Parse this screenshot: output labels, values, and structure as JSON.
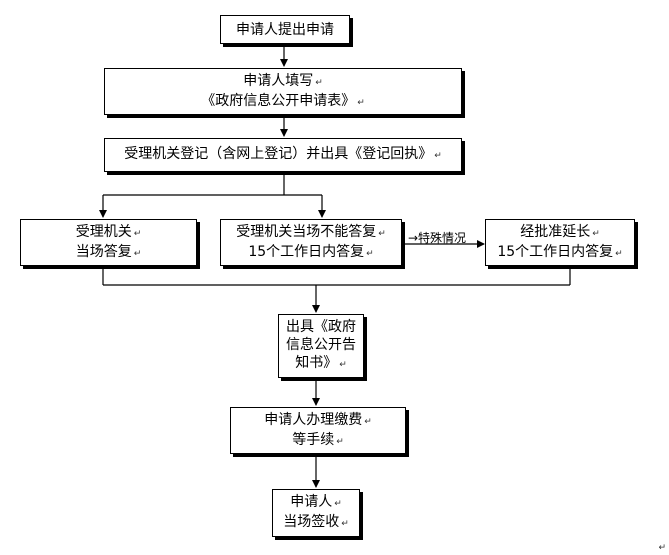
{
  "nodes": {
    "apply": {
      "lines": [
        "申请人提出申请"
      ]
    },
    "fill_form": {
      "lines": [
        "申请人填写",
        "《政府信息公开申请表》"
      ]
    },
    "register": {
      "lines": [
        "受理机关登记（含网上登记）并出具《登记回执》"
      ]
    },
    "answer_now": {
      "lines": [
        "受理机关",
        "当场答复"
      ]
    },
    "answer_15": {
      "lines": [
        "受理机关当场不能答复",
        "15个工作日内答复"
      ]
    },
    "extension": {
      "lines": [
        "经批准延长",
        "15个工作日内答复"
      ]
    },
    "issue_notice": {
      "lines": [
        "出具《政府",
        "信息公开告",
        "知书》"
      ]
    },
    "pay_fees": {
      "lines": [
        "申请人办理缴费",
        "等手续"
      ]
    },
    "sign": {
      "lines": [
        "申请人",
        "当场签收"
      ]
    }
  },
  "edge_labels": {
    "special": "→特殊情况"
  },
  "paragraph_mark": "↵"
}
